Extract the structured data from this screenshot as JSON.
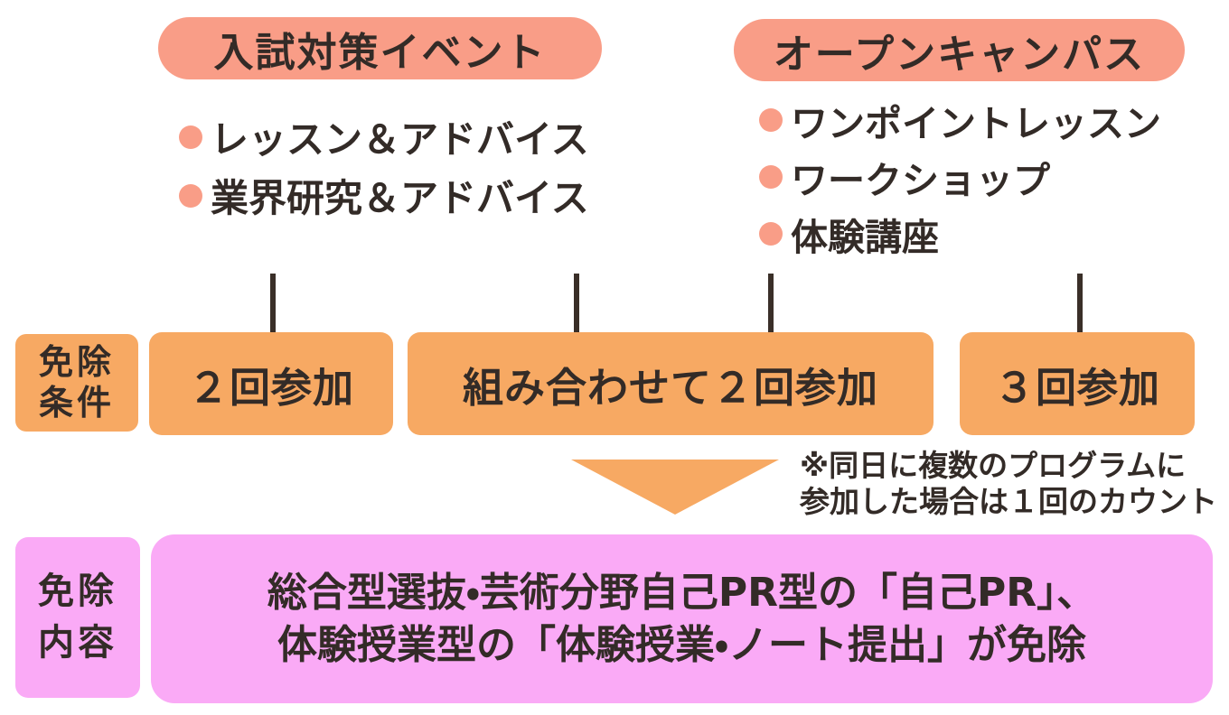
{
  "colors": {
    "salmon": "#F99D87",
    "orange": "#F7A963",
    "pink": "#FAAAF6",
    "text_dark": "#332B27",
    "card_bg": "#FFFFFF"
  },
  "cards": [
    {
      "title": "入試対策イベント",
      "items": [
        "レッスン＆アドバイス",
        "業界研究＆アドバイス"
      ]
    },
    {
      "title": "オープンキャンパス",
      "items": [
        "ワンポイントレッスン",
        "ワークショップ",
        "体験講座"
      ]
    }
  ],
  "conditions": {
    "label_lines": [
      "免除",
      "条件"
    ],
    "boxes": [
      "２回参加",
      "組み合わせて２回参加",
      "３回参加"
    ]
  },
  "note_lines": [
    "※同日に複数のプログラムに",
    "参加した場合は１回のカウント"
  ],
  "result": {
    "label_lines": [
      "免除",
      "内容"
    ],
    "lines": [
      "総合型選抜・芸術分野自己PR型の「自己PR」、",
      "体験授業型の「体験授業・ノート提出」が免除"
    ]
  }
}
